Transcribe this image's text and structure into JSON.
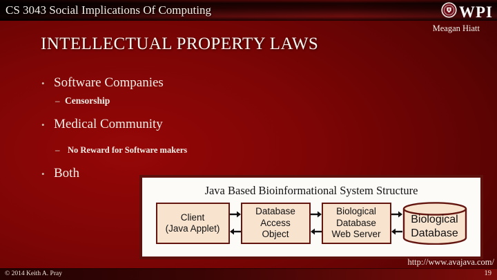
{
  "header": {
    "course_title": "CS 3043 Social Implications Of Computing",
    "logo_text": "WPI"
  },
  "author": "Meagan Hiatt",
  "slide": {
    "title": "INTELLECTUAL PROPERTY LAWS",
    "bullets": [
      {
        "level": 1,
        "marker": "•",
        "text": "Software Companies"
      },
      {
        "level": 2,
        "marker": "–",
        "text": "Censorship"
      },
      {
        "level": 1,
        "marker": "•",
        "text": "Medical Community"
      },
      {
        "level": 2,
        "marker": "–",
        "text": "No Reward for Software makers"
      },
      {
        "level": 1,
        "marker": "•",
        "text": "Both"
      }
    ]
  },
  "diagram": {
    "title": "Java Based Bioinformational System Structure",
    "nodes": [
      {
        "label": "Client\n(Java Applet)",
        "shape": "rectangle"
      },
      {
        "label": "Database\nAccess\nObject",
        "shape": "rectangle"
      },
      {
        "label": "Biological\nDatabase\nWeb Server",
        "shape": "rectangle"
      },
      {
        "label": "Biological\nDatabase",
        "shape": "cylinder"
      }
    ],
    "colors": {
      "node_fill": "#f8e3cf",
      "node_border": "#63150f",
      "panel_border": "#5e100c",
      "panel_background": "#fcfbf8"
    }
  },
  "source_url": "http://www.avajava.com/",
  "footer": {
    "copyright": "© 2014 Keith A. Pray",
    "page_number": "19"
  },
  "theme": {
    "background_red": "#8e0505",
    "text_cream": "#f4efe7"
  }
}
